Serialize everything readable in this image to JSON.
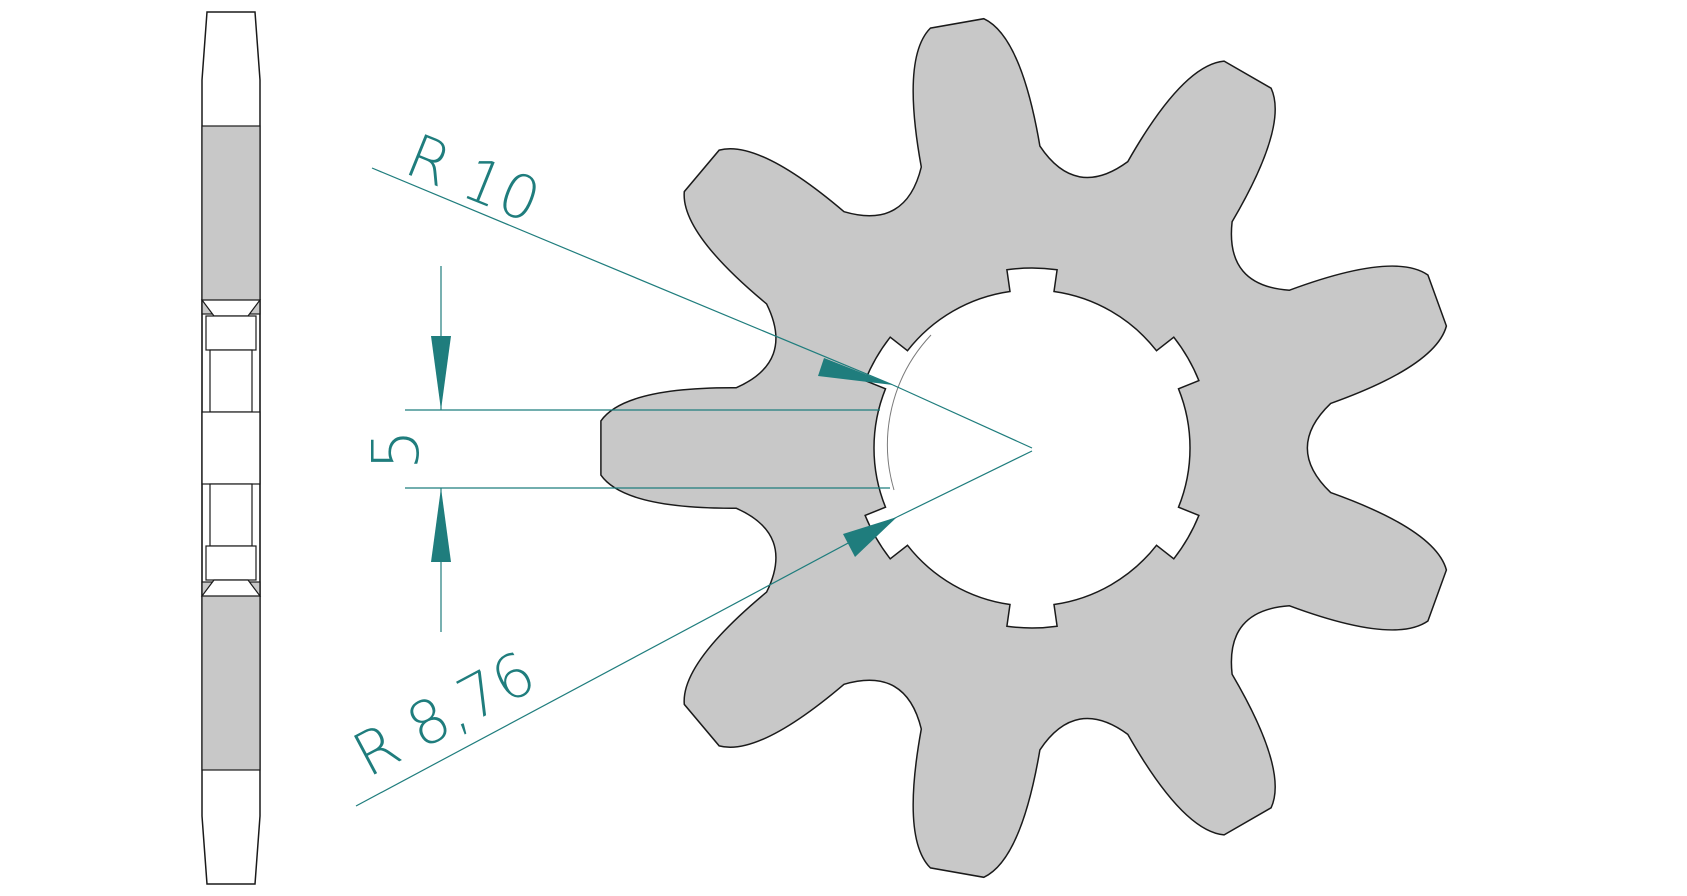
{
  "drawing": {
    "teeth": 9,
    "colors": {
      "fill": "#c8c8c8",
      "outline": "#1a1a1a",
      "dimension": "#1f7d7d",
      "background": "#ffffff"
    },
    "dimensions": {
      "outer_radius": "R 10",
      "inner_radius": "R 8,76",
      "spline_width": "5"
    }
  }
}
